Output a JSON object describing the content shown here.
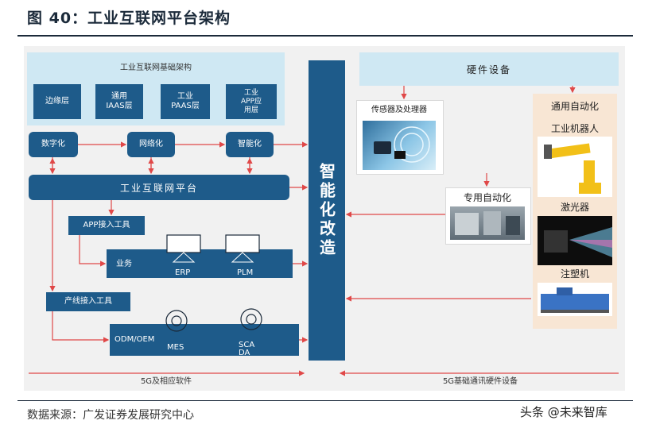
{
  "figure": {
    "title": "图 40：工业互联网平台架构"
  },
  "left_panel": {
    "header": "工业互联网基础架构",
    "boxes": [
      "边缘层",
      "通用\nIAAS层",
      "工业\nPAAS层",
      "工业\nAPP应\n用层"
    ]
  },
  "flow": {
    "digital": "数字化",
    "network": "网络化",
    "intelligent": "智能化",
    "platform": "工业互联网平台",
    "app_tool": "APP接入工具",
    "business": "业务",
    "erp": "ERP",
    "plm": "PLM",
    "line_tool": "产线接入工具",
    "odm": "ODM/OEM",
    "mes": "MES",
    "scada": "SCA\nDA"
  },
  "center": {
    "label": "智能化改造"
  },
  "right_panel": {
    "header": "硬件设备",
    "sensor": "传感器及处理器",
    "special_auto": "专用自动化",
    "general_auto": "通用自动化",
    "robot": "工业机器人",
    "laser": "激光器",
    "injection": "注塑机"
  },
  "bottom": {
    "left_label": "5G及相应软件",
    "right_label": "5G基础通讯硬件设备"
  },
  "source": "数据来源：广发证券发展研究中心",
  "watermark": "头条 @未来智库",
  "colors": {
    "dark_blue": "#1e5b8a",
    "light_blue": "#cfe8f3",
    "arrow": "#e04848",
    "beige": "#f8e6d4"
  }
}
